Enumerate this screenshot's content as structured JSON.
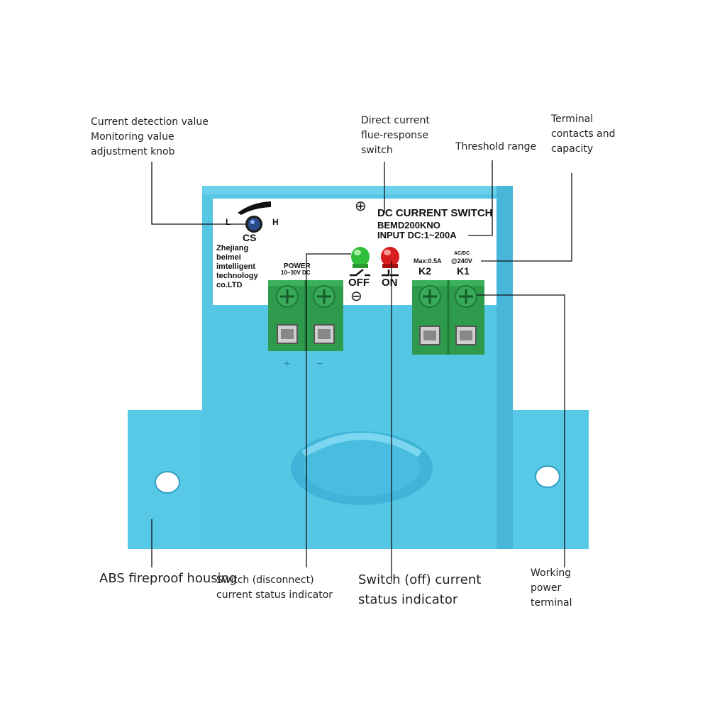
{
  "callouts": {
    "knob": "Current detection value\nMonitoring value\nadjustment knob",
    "dc_switch": "Direct current\nflue-response\nswitch",
    "threshold": "Threshold range",
    "terminal_contacts": "Terminal\ncontacts and\ncapacity",
    "housing": "ABS fireproof housing",
    "disconnect_indicator": "Switch (disconnect)\ncurrent status indicator",
    "off_indicator": "Switch (off) current\nstatus indicator",
    "working_power": "Working\npower\nterminal"
  },
  "panel": {
    "knob_low": "L",
    "knob_high": "H",
    "knob_label": "CS",
    "manufacturer": "Zhejiang\nbeimei\nimtelligent\ntechnology\nco.LTD",
    "title": "DC CURRENT SWITCH",
    "model": "BEMD200KNO",
    "input": "INPUT DC:1~200A",
    "power_label": "POWER",
    "power_range": "10~30V DC",
    "off_label": "OFF",
    "on_label": "ON",
    "relay_rating": "Max:0.5A",
    "relay_type": "AC/DC",
    "relay_voltage": "@240V",
    "k2_label": "K2",
    "k1_label": "K1",
    "plus_symbol": "⊕",
    "minus_symbol": "⊖",
    "term_plus": "+",
    "term_minus": "−"
  },
  "colors": {
    "housing": "#52c3e3",
    "housing_dark": "#3aa9cc",
    "terminal_green": "#2e9a4c",
    "led_green": "#2fbf3a",
    "led_red": "#d81e1e"
  }
}
